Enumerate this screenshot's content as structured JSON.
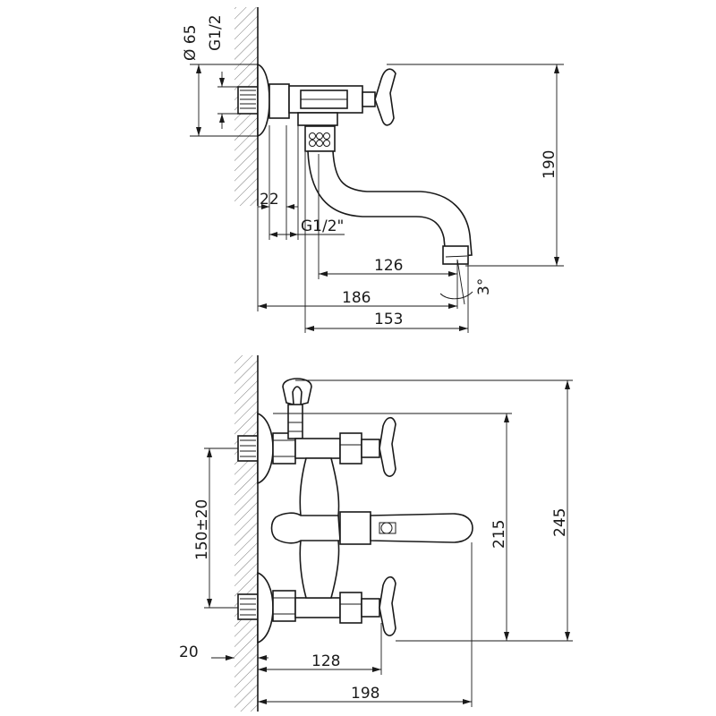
{
  "side_view": {
    "dims": {
      "flange_diameter": "Ø 65",
      "thread_wall": "G1/2",
      "wall_offset": "22",
      "outlet_thread": "G1/2\"",
      "height": "190",
      "spout_reach": "126",
      "total_depth": "186",
      "outlet_to_wall": "153",
      "spout_angle": "3°"
    }
  },
  "front_view": {
    "dims": {
      "inlet_spacing": "150±20",
      "wall_gap": "20",
      "center_depth": "128",
      "total_depth": "198",
      "body_height": "215",
      "total_height": "245"
    }
  }
}
